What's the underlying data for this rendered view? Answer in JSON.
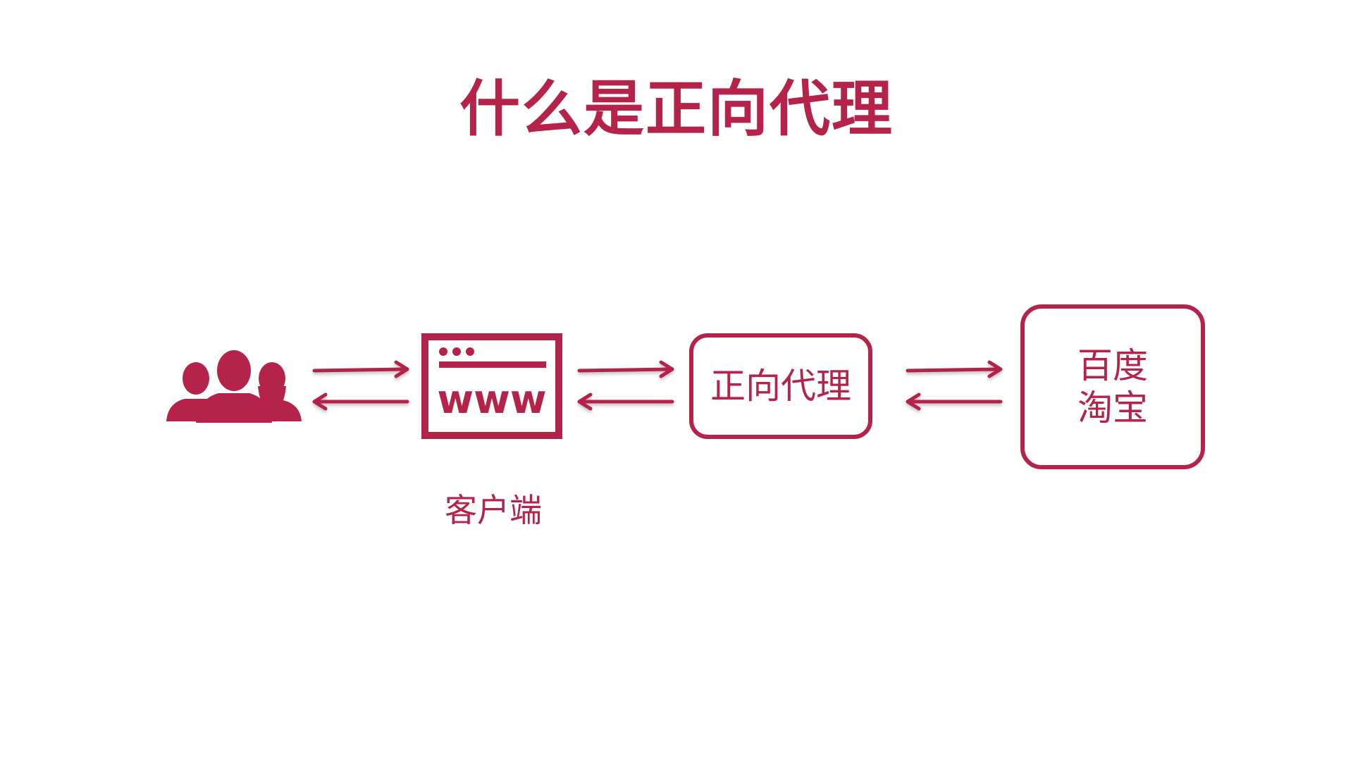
{
  "title": "什么是正向代理",
  "client": {
    "browser_text": "www",
    "caption": "客户端"
  },
  "proxy": {
    "label": "正向代理"
  },
  "target": {
    "lines": [
      "百度",
      "淘宝"
    ]
  },
  "icons": {
    "users": "users-group-icon",
    "browser": "browser-window-icon",
    "arrows": "bidirectional-arrows-icon"
  },
  "colors": {
    "accent": "#b5234a",
    "background": "#ffffff"
  }
}
